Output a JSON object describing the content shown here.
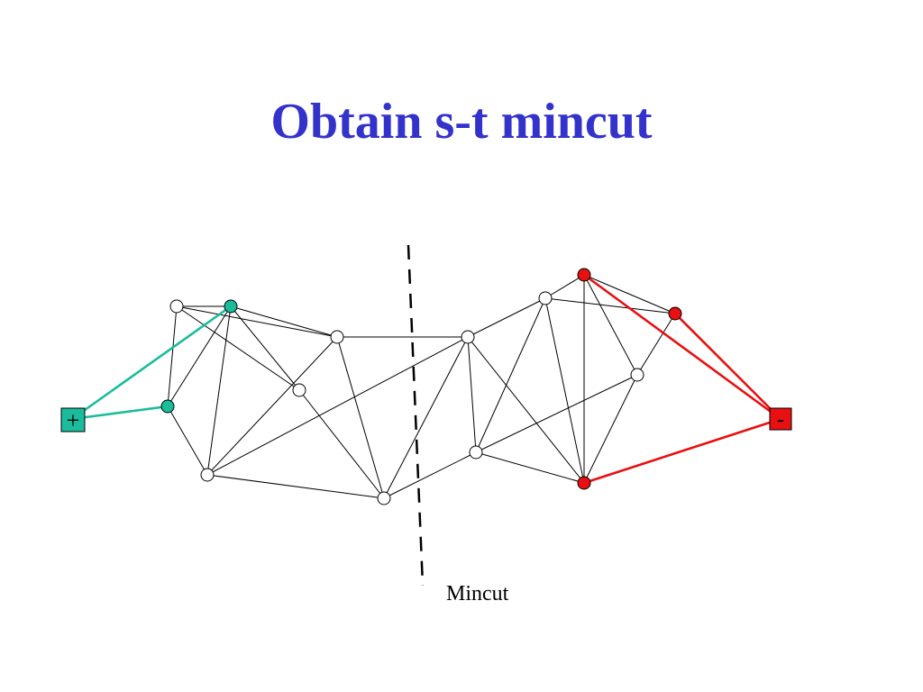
{
  "slide": {
    "title": "Obtain s-t mincut"
  },
  "diagram": {
    "cut_label": "Mincut",
    "source_terminal": {
      "symbol": "+",
      "color": "#1abc9c"
    },
    "sink_terminal": {
      "symbol": "-",
      "color": "#e81010"
    },
    "colors": {
      "title": "#3333cc",
      "edge": "#000000",
      "node_fill": "#ffffff",
      "source_side": "#1abc9c",
      "sink_side": "#e81010",
      "cut_line": "#000000"
    },
    "nodes": [
      {
        "id": "a",
        "side": "none"
      },
      {
        "id": "b",
        "side": "source"
      },
      {
        "id": "c",
        "side": "source"
      },
      {
        "id": "d",
        "side": "none"
      },
      {
        "id": "e",
        "side": "none"
      },
      {
        "id": "f",
        "side": "none"
      },
      {
        "id": "g",
        "side": "none"
      },
      {
        "id": "h",
        "side": "none"
      },
      {
        "id": "i",
        "side": "none"
      },
      {
        "id": "j",
        "side": "none"
      },
      {
        "id": "k",
        "side": "sink"
      },
      {
        "id": "l",
        "side": "sink"
      },
      {
        "id": "m",
        "side": "none"
      },
      {
        "id": "n",
        "side": "sink"
      }
    ],
    "edges": [
      [
        "a",
        "b"
      ],
      [
        "a",
        "c"
      ],
      [
        "a",
        "d"
      ],
      [
        "a",
        "e"
      ],
      [
        "b",
        "c"
      ],
      [
        "b",
        "d"
      ],
      [
        "b",
        "e"
      ],
      [
        "b",
        "f"
      ],
      [
        "c",
        "f"
      ],
      [
        "d",
        "g"
      ],
      [
        "e",
        "f"
      ],
      [
        "e",
        "g"
      ],
      [
        "f",
        "h"
      ],
      [
        "f",
        "g"
      ],
      [
        "e",
        "h"
      ],
      [
        "h",
        "g"
      ],
      [
        "h",
        "i"
      ],
      [
        "h",
        "n"
      ],
      [
        "h",
        "j"
      ],
      [
        "i",
        "g"
      ],
      [
        "i",
        "m"
      ],
      [
        "i",
        "n"
      ],
      [
        "j",
        "k"
      ],
      [
        "j",
        "l"
      ],
      [
        "j",
        "n"
      ],
      [
        "j",
        "i"
      ],
      [
        "k",
        "l"
      ],
      [
        "k",
        "n"
      ],
      [
        "k",
        "m"
      ],
      [
        "l",
        "m"
      ],
      [
        "m",
        "n"
      ]
    ],
    "terminal_edges": [
      [
        "s",
        "c",
        "source"
      ],
      [
        "s",
        "b",
        "source"
      ],
      [
        "t",
        "k",
        "sink"
      ],
      [
        "t",
        "l",
        "sink"
      ],
      [
        "t",
        "n",
        "sink"
      ]
    ]
  }
}
